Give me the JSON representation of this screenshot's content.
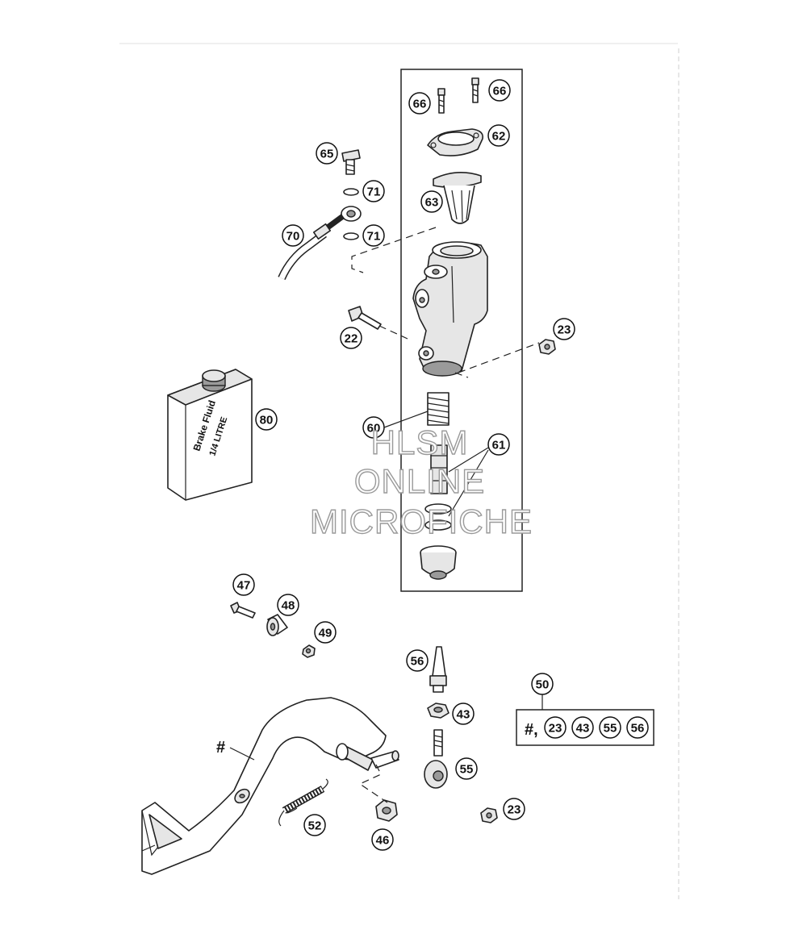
{
  "diagram": {
    "callouts": {
      "c66a": "66",
      "c66b": "66",
      "c62": "62",
      "c65": "65",
      "c71a": "71",
      "c63": "63",
      "c70": "70",
      "c71b": "71",
      "c22": "22",
      "c23a": "23",
      "c80": "80",
      "c60": "60",
      "c61": "61",
      "c47": "47",
      "c48": "48",
      "c49": "49",
      "c56": "56",
      "c50": "50",
      "c43": "43",
      "c55": "55",
      "c23b": "23",
      "c52": "52",
      "c46": "46"
    },
    "kit": {
      "prefix": "#,",
      "items": [
        "23",
        "43",
        "55",
        "56"
      ]
    },
    "pedal_mark": "#",
    "brake_fluid": {
      "line1": "Brake Fluid",
      "line2": "1/4 LITRE"
    },
    "watermark": [
      "HLSM",
      "ONLINE",
      "MICROFICHE"
    ]
  }
}
